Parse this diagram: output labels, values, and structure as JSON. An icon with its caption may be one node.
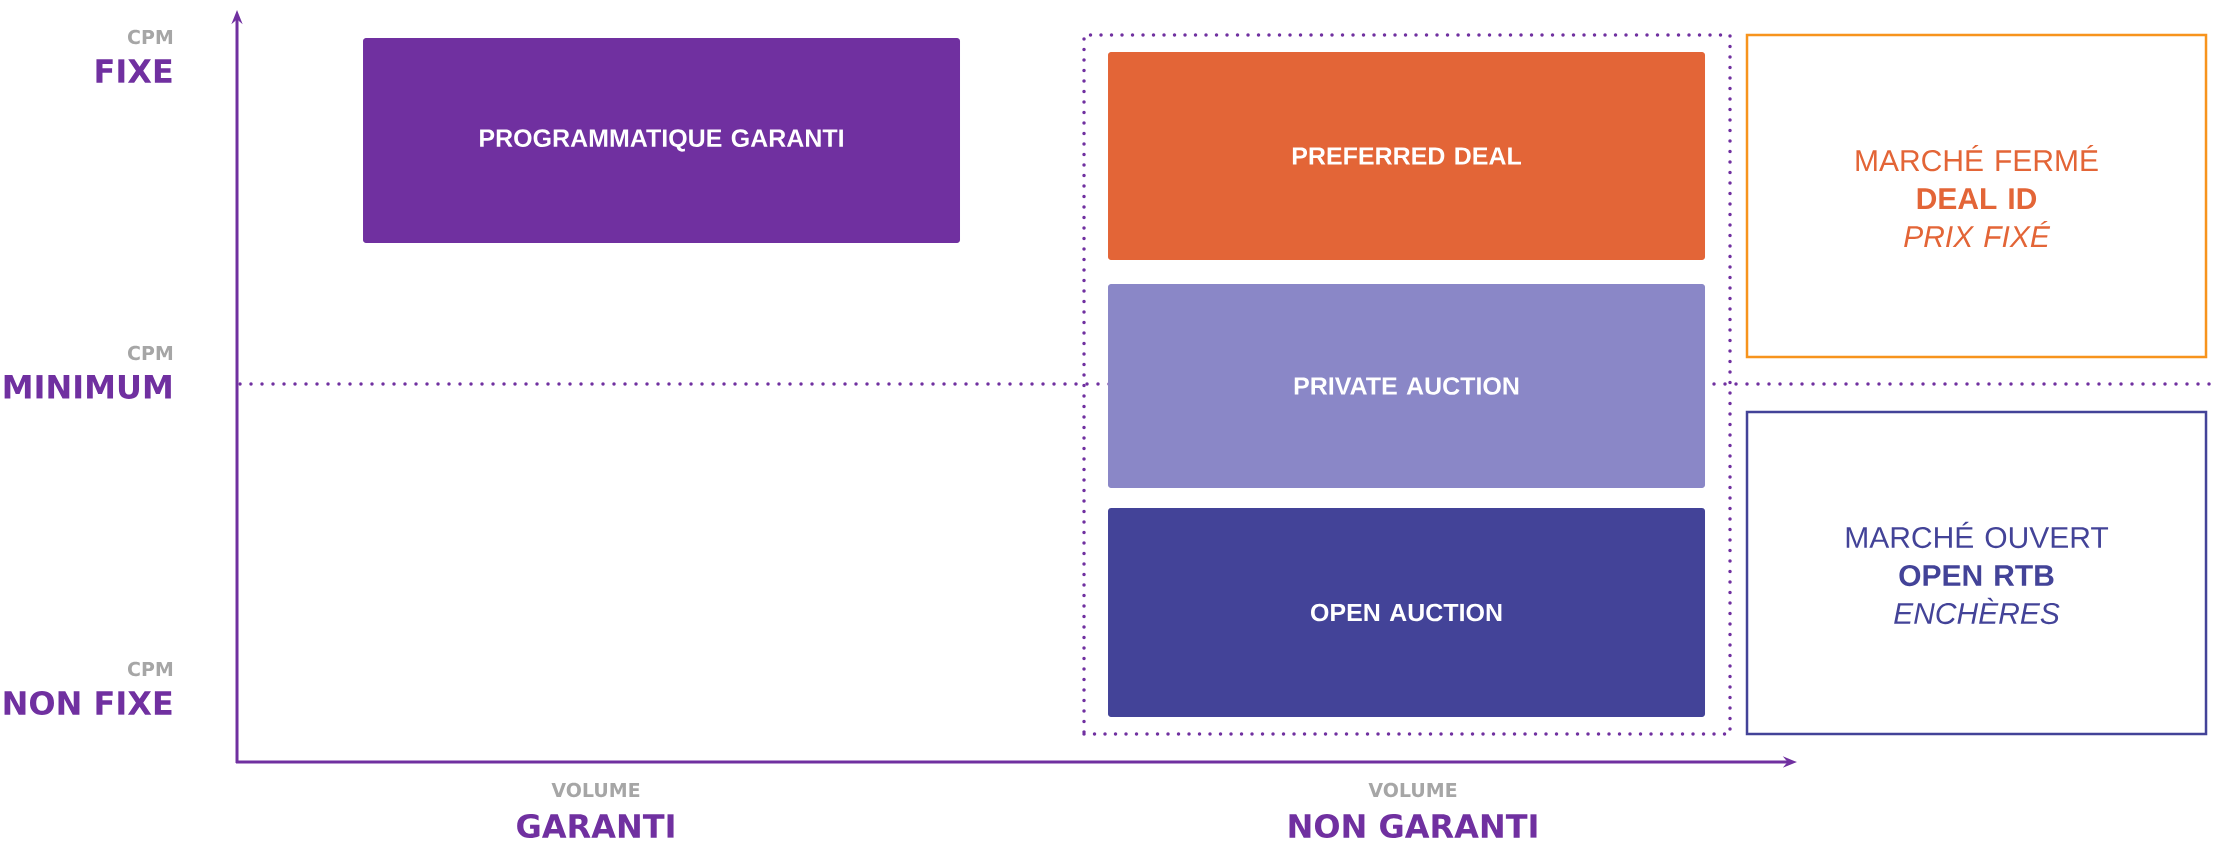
{
  "diagram": {
    "nodes": [
      {
        "text": [
          "PROGRAMMATIQUE GARANTI"
        ]
      },
      {
        "text": [],
        "shape": "box"
      },
      {
        "text": [
          "PREFERRED DEAL"
        ],
        "in": 1
      },
      {
        "text": [
          "PRIVATE AUCTION"
        ],
        "in": 1
      },
      {
        "text": [
          "OPEN AUCTION"
        ],
        "in": 1
      },
      {
        "text": [
          "MARCHÉ FERMÉ",
          "DEAL ID",
          "PRIX FIXÉ"
        ]
      },
      {
        "text": [
          "MARCHÉ OUVERT",
          "OPEN RTB",
          "ENCHÈRES"
        ]
      }
    ],
    "labels": [
      "CPM",
      "FIXE",
      "CPM",
      "MINIMUM",
      "CPM",
      "NON FIXE",
      "VOLUME",
      "GARANTI",
      "VOLUME",
      "NON GARANTI"
    ]
  }
}
